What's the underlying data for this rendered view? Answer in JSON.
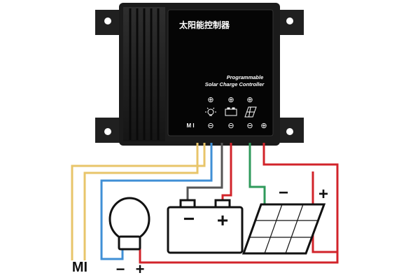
{
  "device": {
    "title_cn": "太阳能控制器",
    "title_en_line1": "Programmable",
    "title_en_line2": "Solar Charge Controller",
    "model_label": "M I"
  },
  "labels": {
    "mi": "MI",
    "lamp_minus": "−",
    "lamp_plus": "+",
    "battery_minus": "−",
    "battery_plus": "+",
    "panel_minus": "−",
    "panel_plus": "+",
    "term_plus": "⊕",
    "term_minus": "⊖"
  },
  "colors": {
    "housing": "#1b1b1b",
    "faceplate": "#050505",
    "wire_yellow": "#e8c56a",
    "wire_blue": "#3f8fd6",
    "wire_gray": "#555555",
    "wire_red": "#d2232a",
    "wire_green": "#2f9a5b"
  },
  "icons": [
    "lamp-icon",
    "battery-icon",
    "solar-panel-icon"
  ]
}
